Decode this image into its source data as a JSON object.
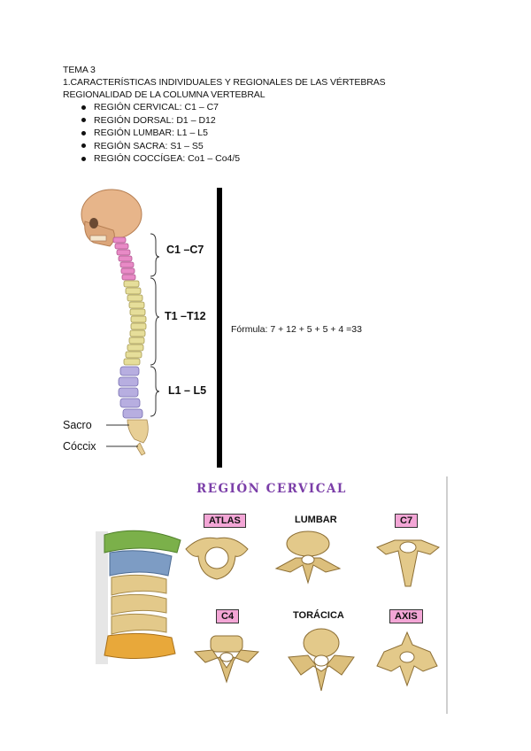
{
  "header": {
    "line1": "TEMA 3",
    "line2": "1.CARACTERÍSTICAS INDIVIDUALES Y REGIONALES DE LAS VÉRTEBRAS",
    "line3": "REGIONALIDAD DE LA COLUMNA VERTEBRAL"
  },
  "regions": [
    "REGIÓN CERVICAL: C1 – C7",
    "REGIÓN DORSAL: D1 – D12",
    "REGIÓN LUMBAR: L1 – L5",
    "REGIÓN SACRA: S1 – S5",
    "REGIÓN COCCÍGEA: Co1 – Co4/5"
  ],
  "spine_figure": {
    "labels": {
      "cervical": "C1 –C7",
      "thoracic": "T1 –T12",
      "lumbar": "L1 – L5"
    },
    "sacro": "Sacro",
    "coccix": "Cóccix",
    "formula": "Fórmula: 7 + 12 + 5 + 5 + 4 =33",
    "colors": {
      "cervical": "#e88ac6",
      "thoracic": "#e6de9a",
      "lumbar": "#b7aee0",
      "bone": "#e8cf96",
      "skull": "#e7b58a"
    }
  },
  "cervical_figure": {
    "title": "REGIÓN CERVICAL",
    "tags": {
      "atlas": "ATLAS",
      "lumbar": "LUMBAR",
      "c7": "C7",
      "c4": "C4",
      "toracica": "TORÁCICA",
      "axis": "AXIS"
    },
    "colors": {
      "title": "#7b3ea8",
      "tag_bg": "#f3a6d6",
      "atlas_green": "#7bb04a",
      "axis_blue": "#7d9cc4",
      "bone": "#e3c98a",
      "c7_orange": "#e8a83a"
    }
  }
}
